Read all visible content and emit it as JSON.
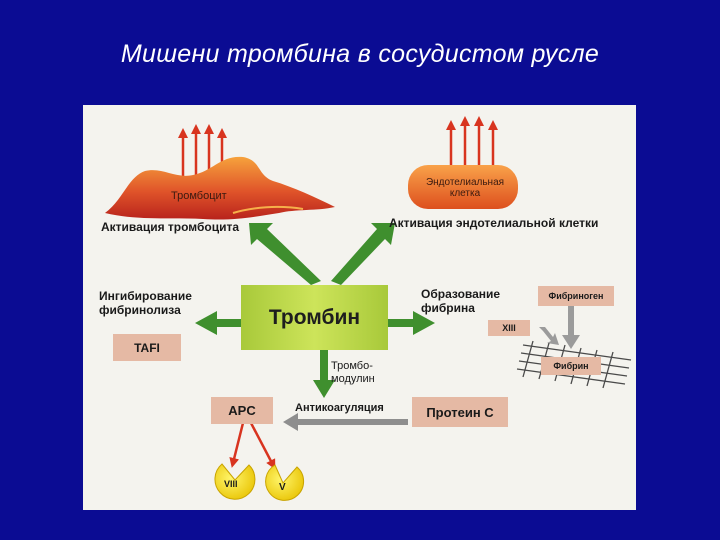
{
  "title": "Мишени тромбина в сосудистом русле",
  "diagram": {
    "center": "Тромбин",
    "platelet_label": "Тромбоцит",
    "platelet_activation": "Активация тромбоцита",
    "endothelial_cell": "Эндотелиальная клетка",
    "endothelial_activation": "Активация эндотелиальной клетки",
    "fibrinolysis_inhibition": "Ингибирование фибринолиза",
    "tafi": "TAFI",
    "fibrin_formation": "Образование фибрина",
    "fibrinogen": "Фибриноген",
    "factor_xiii": "XIII",
    "fibrin": "Фибрин",
    "thrombomodulin": "Тромбо-модулин",
    "anticoagulation": "Антикоагуляция",
    "protein_c": "Протеин С",
    "apc": "APC",
    "factor_viii": "VIII",
    "factor_v": "V"
  },
  "colors": {
    "background": "#0b0c93",
    "panel": "#f4f3ee",
    "arrow_green": "#3f8f2e",
    "arrow_red": "#d8341f",
    "thrombin_box": "#b7d341"
  }
}
